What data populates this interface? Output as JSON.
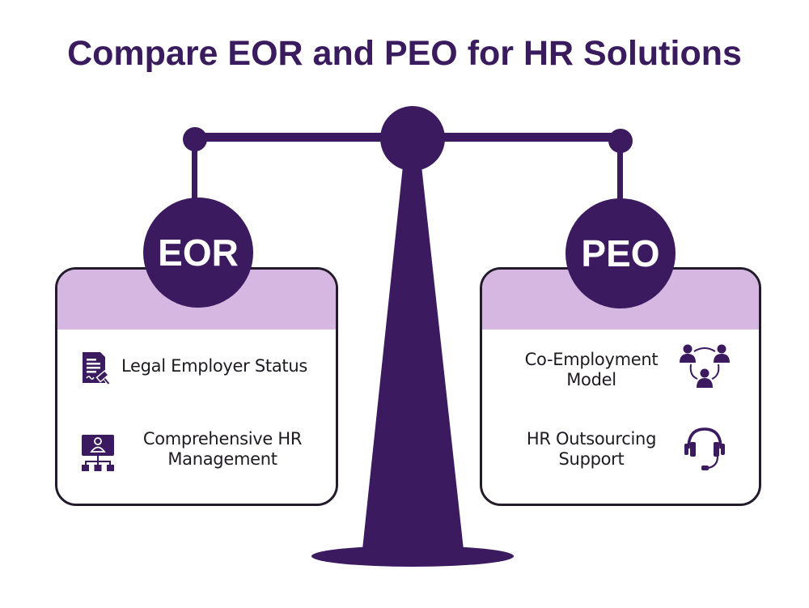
{
  "title": "Compare EOR and PEO for HR Solutions",
  "colors": {
    "primary_purple": "#3b1a60",
    "light_purple_band": "#d5b7e1",
    "box_border": "#231a2b",
    "text": "#1e1a22",
    "background": "#ffffff"
  },
  "left": {
    "badge": "EOR",
    "items": [
      {
        "label": "Legal Employer Status",
        "icon": "legal-document-gavel-icon"
      },
      {
        "label_line1": "Comprehensive HR",
        "label_line2": "Management",
        "icon": "hr-management-org-chart-icon"
      }
    ]
  },
  "right": {
    "badge": "PEO",
    "items": [
      {
        "label_line1": "Co-Employment",
        "label_line2": "Model",
        "icon": "people-network-icon"
      },
      {
        "label_line1": "HR Outsourcing",
        "label_line2": "Support",
        "icon": "headset-icon"
      }
    ]
  }
}
